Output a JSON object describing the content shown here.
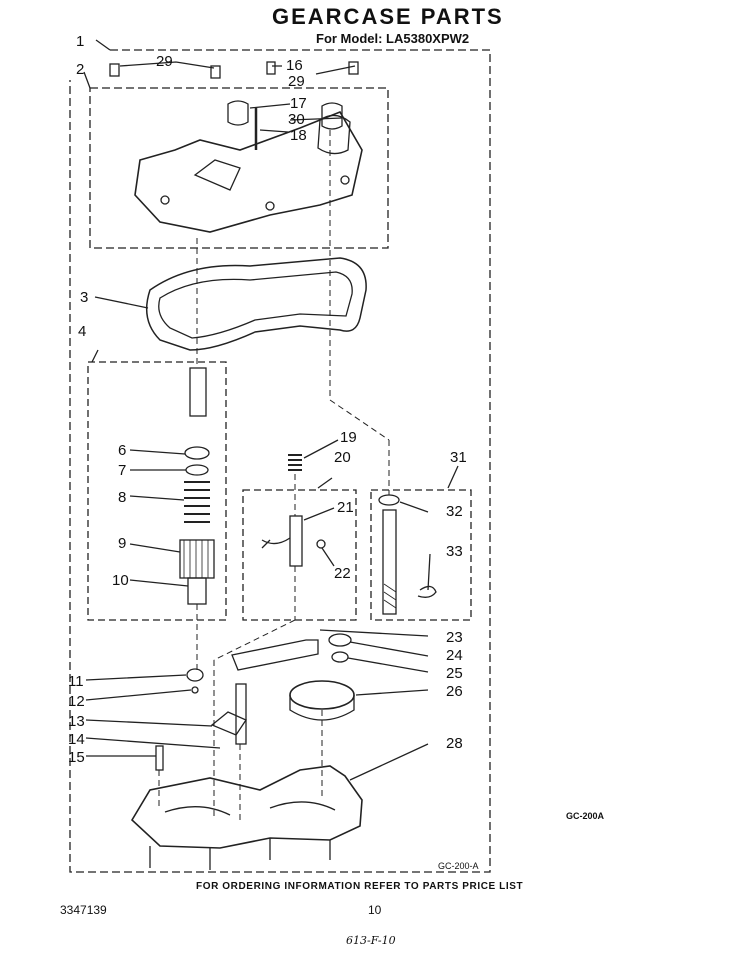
{
  "header": {
    "title": "GEARCASE PARTS",
    "model": "For Model: LA5380XPW2"
  },
  "footer": {
    "ordering_note": "FOR ORDERING INFORMATION REFER TO PARTS PRICE LIST",
    "doc_number": "3347139",
    "page_number": "10",
    "handwritten_note": "613-F-10"
  },
  "figure_codes": [
    "GC-200A",
    "GC-200-A"
  ],
  "callouts": [
    "1",
    "2",
    "29",
    "16",
    "29",
    "17",
    "30",
    "18",
    "3",
    "4",
    "6",
    "7",
    "8",
    "9",
    "10",
    "19",
    "20",
    "21",
    "22",
    "31",
    "32",
    "33",
    "11",
    "12",
    "13",
    "14",
    "15",
    "23",
    "24",
    "25",
    "26",
    "28"
  ]
}
